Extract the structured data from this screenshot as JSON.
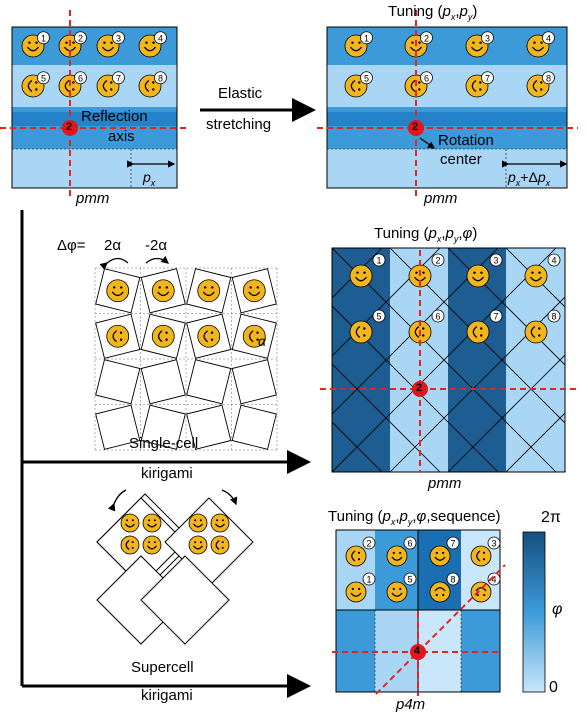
{
  "colors": {
    "dark_blue": "#1a6fb3",
    "mid_blue": "#3d9ad9",
    "light_blue": "#a9d6f5",
    "pale_blue": "#c9e6fa",
    "deep_blue": "#1d5d91",
    "smiley": "#f2b61c",
    "red_axis": "#e8231f",
    "red_dot": "#e3161b"
  },
  "icons": [
    "smiley-face-icon",
    "rotation-arrow-icon",
    "reflection-axis-line"
  ],
  "panel_a": {
    "cell_numbers": [
      "1",
      "2",
      "3",
      "4",
      "5",
      "6",
      "7",
      "8"
    ],
    "reflection_label_1": "Reflection",
    "reflection_label_2": "axis",
    "axis_order_marker": "2",
    "period_label": "p",
    "period_subscript": "x",
    "group_label": "pmm"
  },
  "arrow_elastic": {
    "line1": "Elastic",
    "line2": "stretching"
  },
  "panel_b": {
    "title": "Tuning (p",
    "title_full": [
      "Tuning (",
      "p",
      "x",
      ",",
      "p",
      "y",
      ")"
    ],
    "cell_numbers": [
      "1",
      "2",
      "3",
      "4",
      "5",
      "6",
      "7",
      "8"
    ],
    "rotation_label_1": "Rotation",
    "rotation_label_2": "center",
    "axis_order_marker": "2",
    "period_label_parts": [
      "p",
      "x",
      "+Δ",
      "p",
      "x"
    ],
    "group_label": "pmm"
  },
  "panel_c": {
    "delta_phi_label": "Δφ=",
    "angle_pos": "2α",
    "angle_neg": "-2α",
    "alpha_label": "α",
    "caption_1": "Single-cell",
    "caption_2": "kirigami"
  },
  "panel_d": {
    "title_parts": [
      "Tuning (",
      "p",
      "x",
      ",",
      "p",
      "y",
      ",",
      "φ",
      ")"
    ],
    "cell_numbers": [
      "1",
      "2",
      "3",
      "4",
      "5",
      "6",
      "7",
      "8"
    ],
    "axis_order_marker": "2",
    "group_label": "pmm"
  },
  "panel_e": {
    "caption_1": "Supercell",
    "caption_2": "kirigami"
  },
  "panel_f": {
    "title_parts": [
      "Tuning (",
      "p",
      "x",
      ",",
      "p",
      "y",
      ",",
      "φ",
      ",sequence)"
    ],
    "cell_numbers_top": [
      "2",
      "6",
      "7",
      "3"
    ],
    "cell_numbers_bottom": [
      "1",
      "5",
      "8",
      "4"
    ],
    "axis_order_marker": "4",
    "group_label": "p4m",
    "colorbar_max": "2π",
    "colorbar_label": "φ",
    "colorbar_min": "0"
  }
}
